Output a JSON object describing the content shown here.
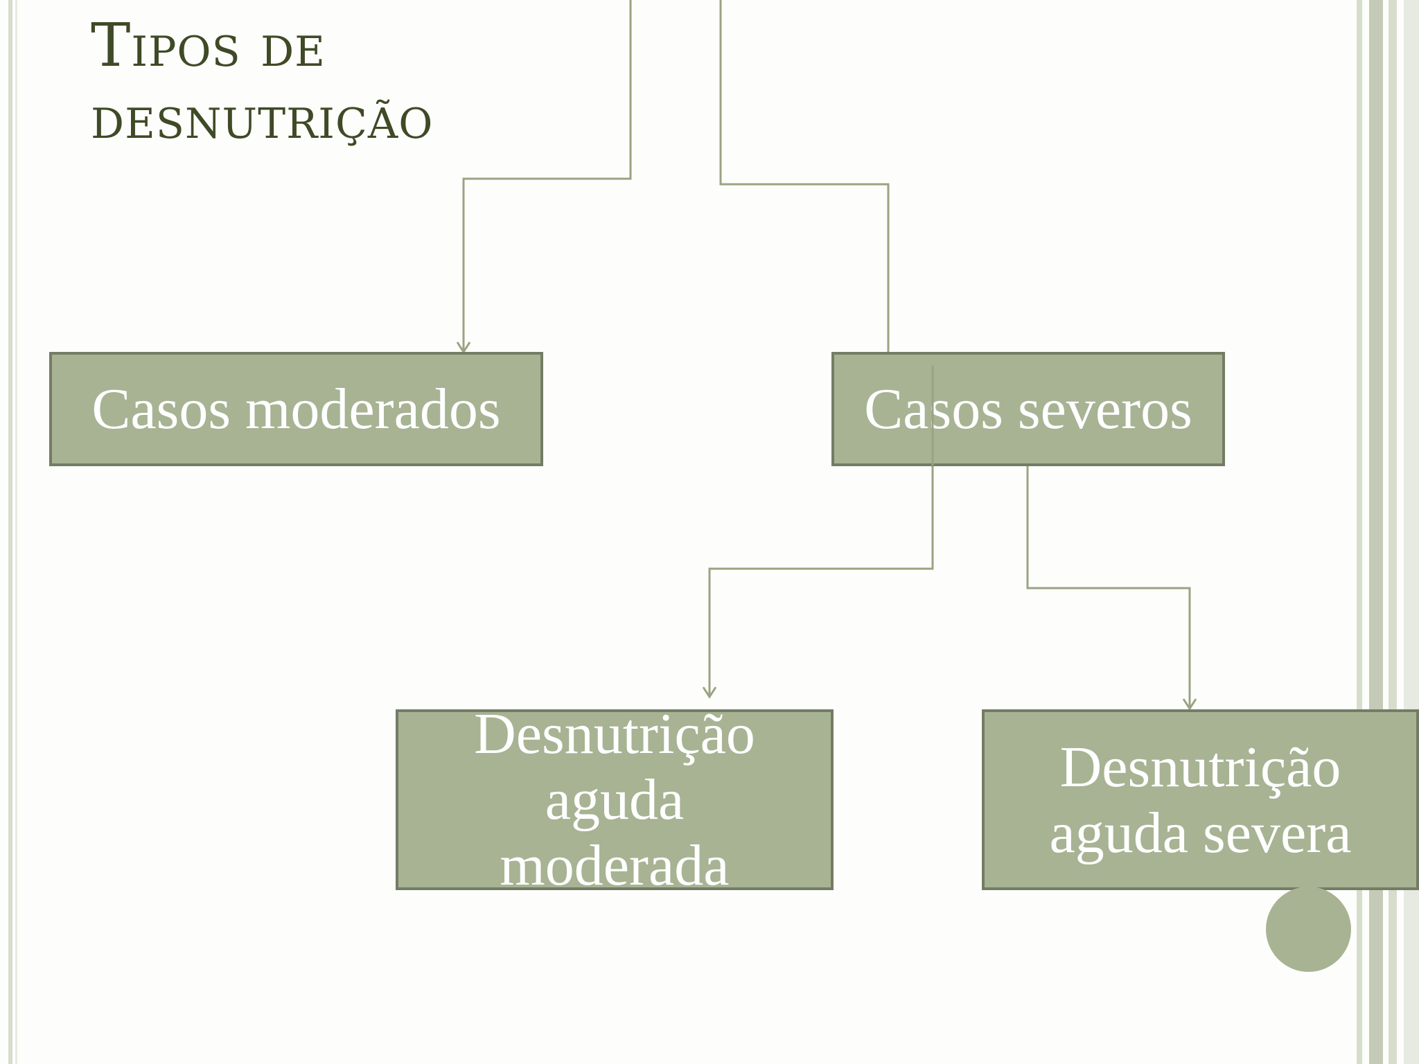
{
  "slide": {
    "title": "Tipos de desnutrição"
  },
  "diagram": {
    "nodes": {
      "moderate_cases": "Casos moderados",
      "severe_cases": "Casos severos",
      "acute_moderate": "Desnutrição aguda moderada",
      "acute_severe": "Desnutrição aguda severa"
    },
    "edges": [
      [
        "root",
        "moderate_cases"
      ],
      [
        "root",
        "severe_cases"
      ],
      [
        "severe_cases",
        "acute_moderate"
      ],
      [
        "severe_cases",
        "acute_severe"
      ]
    ]
  },
  "colors": {
    "background": "#fdfefc",
    "title": "#3f4a26",
    "node_fill": "#a7b393",
    "node_border": "#737c64",
    "node_text": "#ffffff",
    "connector": "#9aa382",
    "frame_stripes": [
      "#d7ddcd",
      "#c3cbb6",
      "#e6eae0"
    ]
  }
}
